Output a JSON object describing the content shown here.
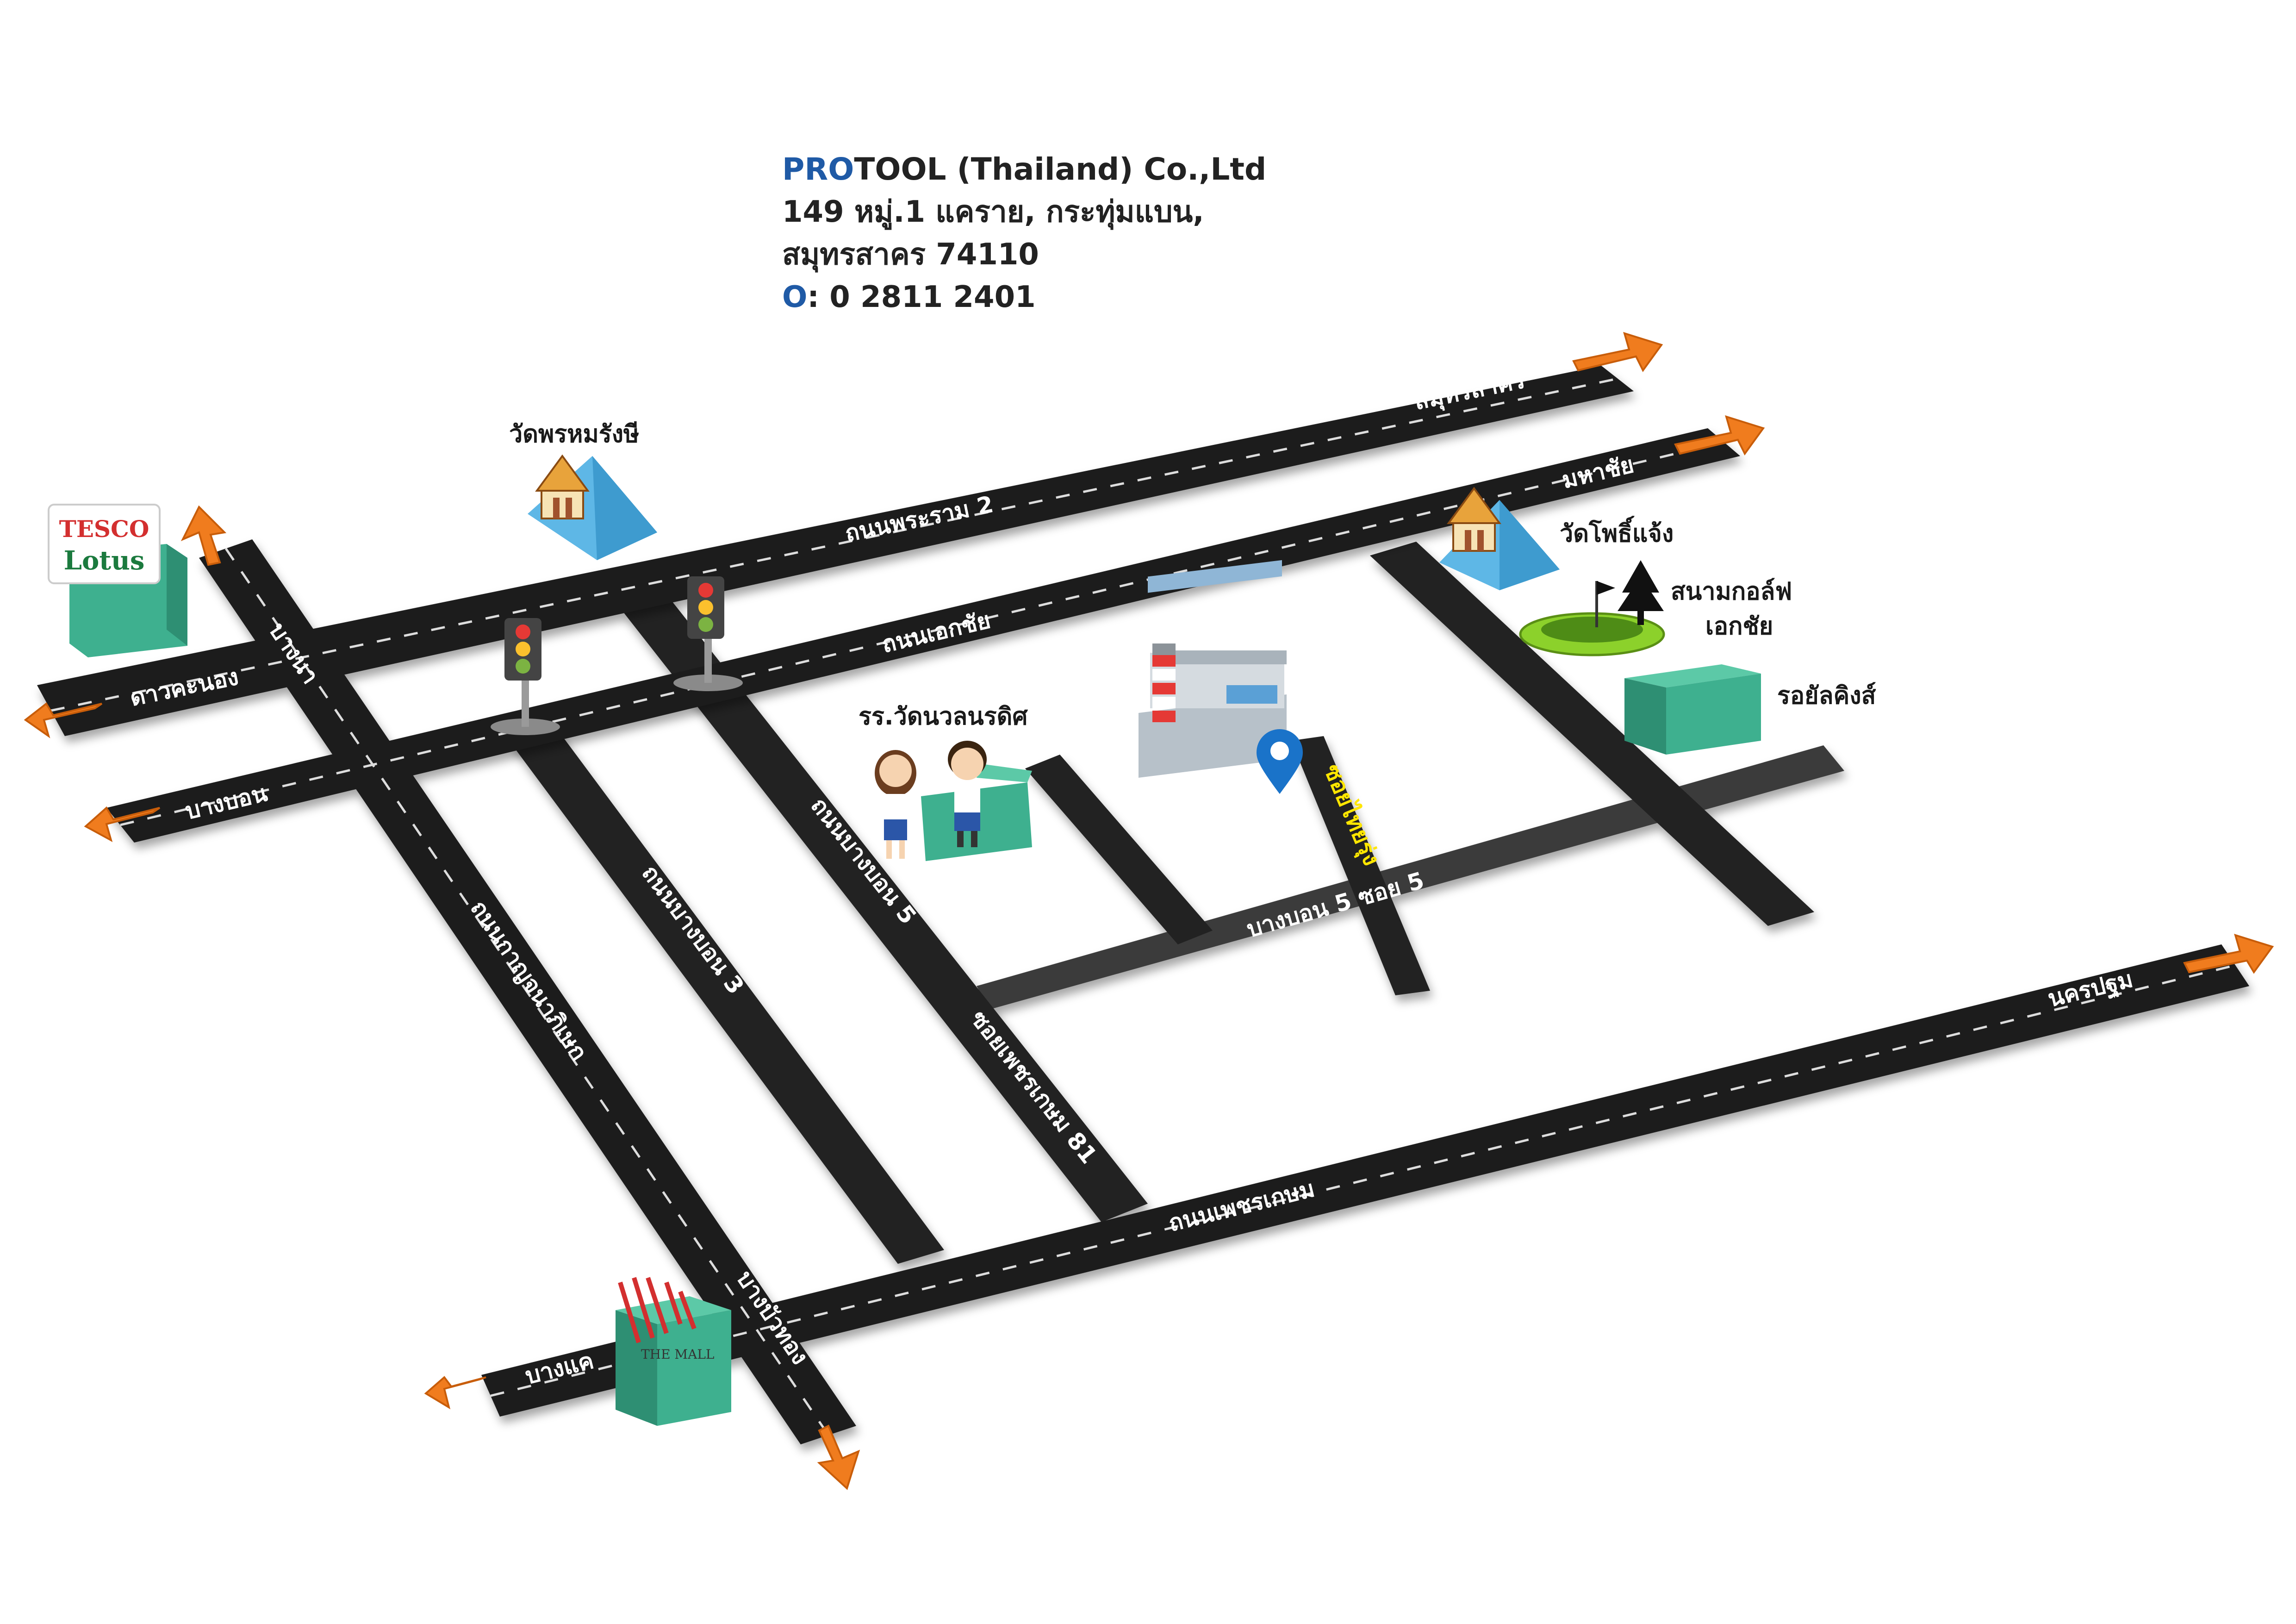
{
  "header": {
    "company_brand": "PRO",
    "company_rest": "TOOL (Thailand) Co.,Ltd",
    "address_line1": "149 หมู่.1 แคราย, กระทุ่มแบน,",
    "address_line2": "สมุทรสาคร 74110",
    "phone_symbol": "O",
    "phone_text": ": 0 2811 2401"
  },
  "roads": {
    "rama2": "ถนนพระราม 2",
    "ekkachai": "ถนนเอกชัย",
    "phetkasem": "ถนนเพชรเกษม",
    "kanchana": "ถนนกาญจนาภิเษก",
    "bangbon3": "ถนนบางบอน 3",
    "bangbon5": "ถนนบางบอน 5",
    "phetkasem81": "ซอยเพชรเกษม 81",
    "bangbon5_soi5": "บางบอน 5 ซอย 5",
    "soi_thairung": "ซอยไทยรุ่ง"
  },
  "directions": {
    "samut_sakhon": "สมุทรสาคร",
    "mahachai": "มหาชัย",
    "dao_khanong": "ดาวคะนอง",
    "bang_bon": "บางบอน",
    "bang_khae": "บางแค",
    "nakhon_pathom": "นครปฐม",
    "bang_na": "บางนา",
    "bang_bua_thong": "บางบัวทอง"
  },
  "landmarks": {
    "wat_phrom_rangsi": "วัดพรหมรังษี",
    "wat_pho_chaeng": "วัดโพธิ์แจ้ง",
    "golf_line1": "สนามกอล์ฟ",
    "golf_line2": "เอกชัย",
    "royal_kings": "รอยัลคิงส์",
    "school": "รร.วัดนวลนรดิศ",
    "tesco_line1": "TESCO",
    "tesco_line2": "Lotus",
    "the_mall": "THE MALL"
  },
  "colors": {
    "brand_blue": "#1f5aa6",
    "road": "#1e1e1e",
    "arrow_orange": "#f07c1e",
    "building_green": "#3eb08f",
    "temple_blue": "#5eb7e6",
    "golf_green": "#8cd12b",
    "pin_blue": "#1a73c9",
    "soi_label_yellow": "#ffe600"
  }
}
